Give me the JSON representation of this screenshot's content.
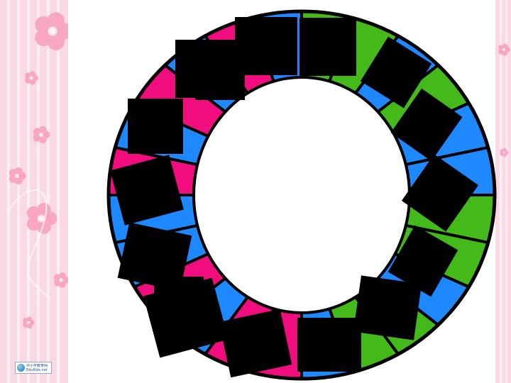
{
  "colors": {
    "border_background": "#fbd9e4",
    "border_stripe": "#ffffff",
    "flower": "#f7a8c0",
    "ring_outline": "#000000",
    "segment_colors": [
      "#1e88ff",
      "#f20d7f",
      "#44b91a"
    ],
    "redaction_box": "#000000"
  },
  "ring": {
    "segments": [
      {
        "color": "#44b91a"
      },
      {
        "color": "#44b91a"
      },
      {
        "color": "#1e88ff"
      },
      {
        "color": "#44b91a"
      },
      {
        "color": "#1e88ff"
      },
      {
        "color": "#1e88ff"
      },
      {
        "color": "#44b91a"
      },
      {
        "color": "#44b91a"
      },
      {
        "color": "#1e88ff"
      },
      {
        "color": "#44b91a"
      },
      {
        "color": "#44b91a"
      },
      {
        "color": "#1e88ff"
      },
      {
        "color": "#f20d7f"
      },
      {
        "color": "#f20d7f"
      },
      {
        "color": "#1e88ff"
      },
      {
        "color": "#f20d7f"
      },
      {
        "color": "#1e88ff"
      },
      {
        "color": "#1e88ff"
      },
      {
        "color": "#f20d7f"
      },
      {
        "color": "#1e88ff"
      },
      {
        "color": "#f20d7f"
      },
      {
        "color": "#1e88ff"
      },
      {
        "color": "#f20d7f"
      },
      {
        "color": "#1e88ff"
      }
    ],
    "redacted_boxes": 17
  },
  "logo": {
    "icon": "globe-icon",
    "line1": "中小学教育网",
    "line2": "EduKids.net"
  }
}
